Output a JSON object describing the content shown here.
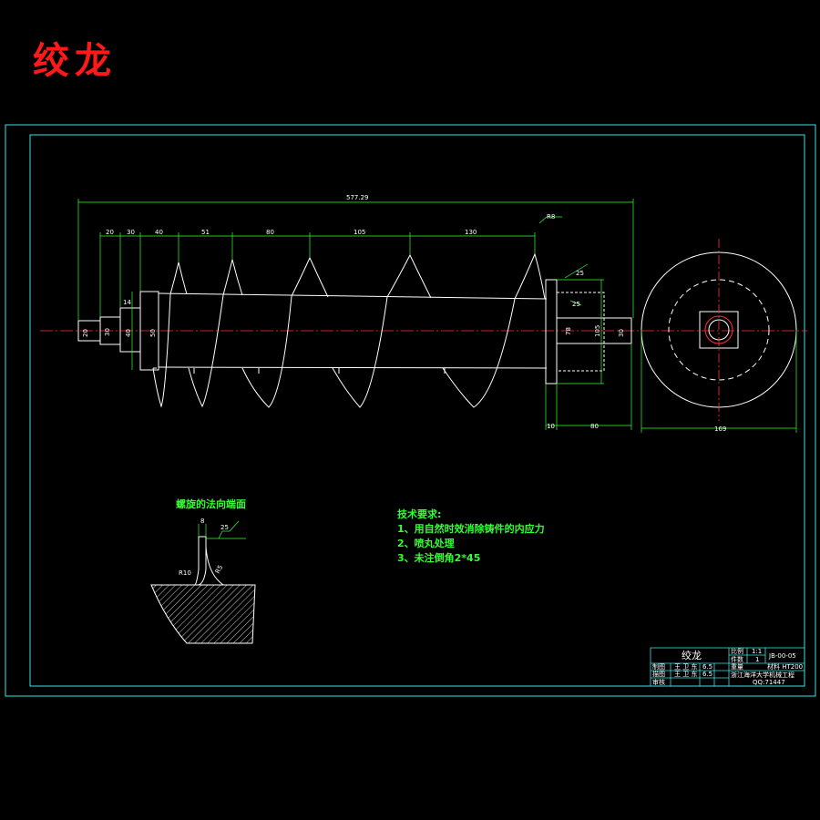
{
  "title": "绞龙",
  "dimensions": {
    "overall_length": "577.29",
    "seg_20": "20",
    "seg_30": "30",
    "seg_40": "40",
    "seg_51": "51",
    "seg_80": "80",
    "seg_105": "105",
    "seg_130": "130",
    "shaft_dia_left": "20",
    "step_dia": "30",
    "collar_dia": "40",
    "core_dia": "50",
    "left_14": "14",
    "flange_dia": "105",
    "flange_inner": "78",
    "shaft_dia_right": "30",
    "flange_thickness": "10",
    "right_shaft_len": "80",
    "end_view_dia": "169",
    "roughness_top": "25",
    "angle_note": "25",
    "leader_note": "R8"
  },
  "section": {
    "title": "螺旋的法向端面",
    "width_label": "8",
    "roughness": "25",
    "radius_left": "R10",
    "radius_right": "R5"
  },
  "tech_requirements": {
    "heading": "技术要求:",
    "items": [
      "1、用自然时效消除铸件的内应力",
      "2、喷丸处理",
      "3、未注倒角2*45"
    ]
  },
  "title_block": {
    "part_name": "绞龙",
    "ratio_label": "比例",
    "ratio_value": "1:1",
    "qty_label": "件数",
    "qty_value": "1",
    "drawing_no": "JB-00-05",
    "weight_label": "重量",
    "material": "材料 HT200",
    "row1_label": "制图",
    "row1_name": "王 卫 东",
    "row1_date": "6.5",
    "row2_label": "描图",
    "row2_name": "王 卫 东",
    "row2_date": "6.5",
    "row3_label": "审核",
    "org": "浙江海洋大学机械工程",
    "org2": "QQ:71447"
  }
}
